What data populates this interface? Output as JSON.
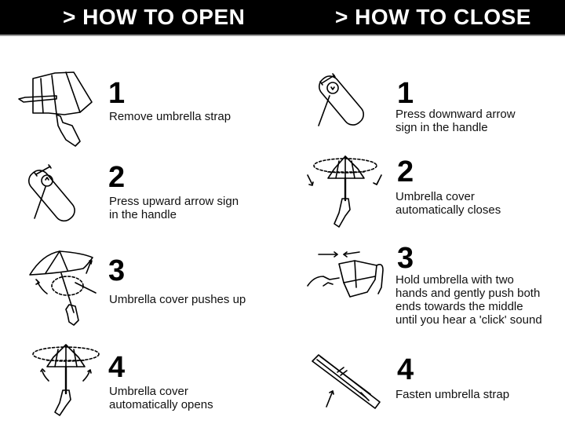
{
  "header": {
    "open_title": "> HOW TO OPEN",
    "close_title": "> HOW TO CLOSE",
    "background": "#000000",
    "text_color": "#ffffff"
  },
  "open_steps": [
    {
      "number": "1",
      "text": [
        "Remove umbrella strap"
      ],
      "icon": "folded-umbrella-strap-icon"
    },
    {
      "number": "2",
      "text": [
        "Press upward arrow sign",
        "in the handle"
      ],
      "icon": "handle-button-icon"
    },
    {
      "number": "3",
      "text": [
        "Umbrella cover pushes up"
      ],
      "icon": "umbrella-opening-icon"
    },
    {
      "number": "4",
      "text": [
        "Umbrella cover",
        "automatically opens"
      ],
      "icon": "umbrella-auto-open-icon"
    }
  ],
  "close_steps": [
    {
      "number": "1",
      "text": [
        "Press downward arrow",
        "sign in the handle"
      ],
      "icon": "handle-button-icon"
    },
    {
      "number": "2",
      "text": [
        "Umbrella cover",
        "automatically closes"
      ],
      "icon": "umbrella-auto-close-icon"
    },
    {
      "number": "3",
      "text": [
        "Hold umbrella with two",
        "hands and gently push both",
        "ends towards the middle",
        "until you hear a 'click' sound"
      ],
      "icon": "umbrella-push-close-icon"
    },
    {
      "number": "4",
      "text": [
        "Fasten umbrella strap"
      ],
      "icon": "fastened-umbrella-icon"
    }
  ]
}
